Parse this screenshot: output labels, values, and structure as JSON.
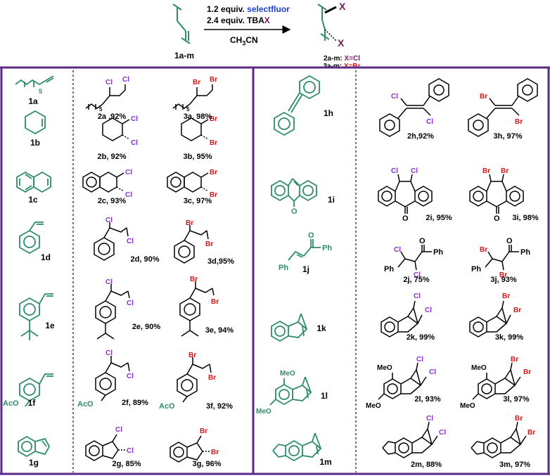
{
  "header": {
    "reagent1_prefix": "1.2 equiv.",
    "reagent1_name": "selectfluor",
    "reagent2_prefix": "2.4 equiv. TBA",
    "reagent2_x": "X",
    "solvent": "CH3CN",
    "start_label": "1a-m",
    "product_X": "X",
    "product_line1_prefix": "2a-m:",
    "product_line1_suffix": "X=Cl",
    "product_line2_prefix": "3a-m:",
    "product_line2_suffix": "X=Br"
  },
  "substrates": [
    {
      "code": "1a"
    },
    {
      "code": "1b"
    },
    {
      "code": "1c"
    },
    {
      "code": "1d"
    },
    {
      "code": "1e"
    },
    {
      "code": "1f"
    },
    {
      "code": "1g"
    },
    {
      "code": "1h"
    },
    {
      "code": "1i"
    },
    {
      "code": "1j"
    },
    {
      "code": "1k"
    },
    {
      "code": "1l"
    },
    {
      "code": "1m"
    }
  ],
  "products_cl": [
    {
      "label": "2a ,92%"
    },
    {
      "label": "2b, 92%"
    },
    {
      "label": "2c, 93%"
    },
    {
      "label": "2d, 90%"
    },
    {
      "label": "2e, 90%"
    },
    {
      "label": "2f, 89%"
    },
    {
      "label": "2g, 85%"
    },
    {
      "label": "2h,92%"
    },
    {
      "label": "2i, 95%"
    },
    {
      "label": "2j, 75%"
    },
    {
      "label": "2k, 99%"
    },
    {
      "label": "2l, 93%"
    },
    {
      "label": "2m, 88%"
    }
  ],
  "products_br": [
    {
      "label": "3a, 98%"
    },
    {
      "label": "3b, 95%"
    },
    {
      "label": "3c, 97%"
    },
    {
      "label": "3d,95%"
    },
    {
      "label": "3e, 94%"
    },
    {
      "label": "3f, 92%"
    },
    {
      "label": "3g, 96%"
    },
    {
      "label": "3h, 97%"
    },
    {
      "label": "3i, 98%"
    },
    {
      "label": "3j, 93%"
    },
    {
      "label": "3k, 99%"
    },
    {
      "label": "3l, 97%"
    },
    {
      "label": "3m, 97%"
    }
  ],
  "atoms": {
    "cl": "Cl",
    "br": "Br",
    "o": "O",
    "ph": "Ph",
    "aco": "AcO",
    "meo": "MeO",
    "sub5": "5"
  },
  "colors": {
    "frame": "#5b2a86",
    "teal": "#2e8b6e",
    "chlorine": "#8a2be2",
    "bromine": "#e01010",
    "selectfluor": "#1a3fd1",
    "x_atom": "#7a1a5c"
  }
}
